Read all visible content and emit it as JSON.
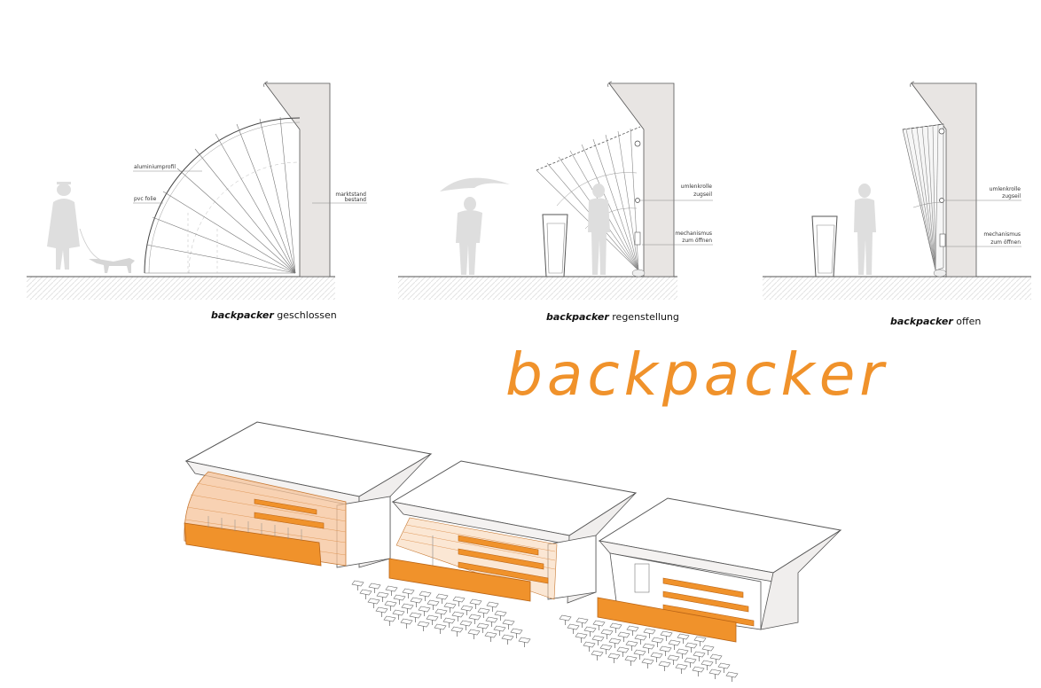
{
  "title": "backpacker",
  "colors": {
    "accent": "#f0922b",
    "wall": "#e8e5e3",
    "figure": "#dcdcdc",
    "line": "#444444"
  },
  "sections": [
    {
      "id": "geschlossen",
      "caption_bold": "backpacker",
      "caption_rest": "geschlossen",
      "labels": {
        "aluminiumprofil": "aluminiumprofil",
        "pvc_folie": "pvc folie",
        "marktstand_1": "marktstand",
        "marktstand_2": "bestand"
      }
    },
    {
      "id": "regenstellung",
      "caption_bold": "backpacker",
      "caption_rest": "regenstellung",
      "labels": {
        "umlenkrolle_1": "umlenkrolle",
        "umlenkrolle_2": "zugseil",
        "mechanismus_1": "mechanismus",
        "mechanismus_2": "zum öffnen"
      }
    },
    {
      "id": "offen",
      "caption_bold": "backpacker",
      "caption_rest": "offen",
      "labels": {
        "umlenkrolle_1": "umlenkrolle",
        "umlenkrolle_2": "zugseil",
        "mechanismus_1": "mechanismus",
        "mechanismus_2": "zum öffnen"
      }
    }
  ]
}
